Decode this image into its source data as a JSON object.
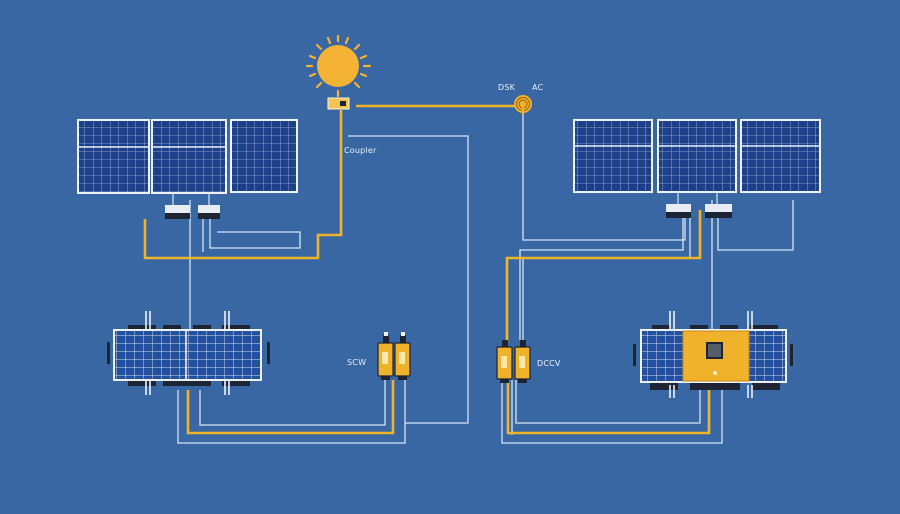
{
  "diagram": {
    "background": "#3867a3",
    "colors": {
      "dc_wire": "#f0b429",
      "signal_wire": "#d6e4f5",
      "panel_cell": "#1e3f8a",
      "panel_frame": "#eef3fa",
      "sun": "#f5b335",
      "inverter": "#f0b22a",
      "breaker_body": "#f0b22a",
      "connector_dark": "#1d2433"
    },
    "labels": {
      "ac_dc_top_left": "DSK",
      "ac_dc_top_right": "AC",
      "coupler": "Coupler",
      "left_breaker": "SCW",
      "right_breaker": "DCCV"
    },
    "elements": {
      "sun": "sun-icon",
      "top_left_array": {
        "panel_count": 3,
        "junction_boxes": 2
      },
      "top_right_array": {
        "panel_count": 3,
        "junction_boxes": 2
      },
      "bottom_left_module": "battery-panel-module",
      "bottom_right_module": "inverter-panel-module",
      "left_breakers": 2,
      "right_breakers": 2,
      "ac_meter": "meter-icon"
    }
  }
}
